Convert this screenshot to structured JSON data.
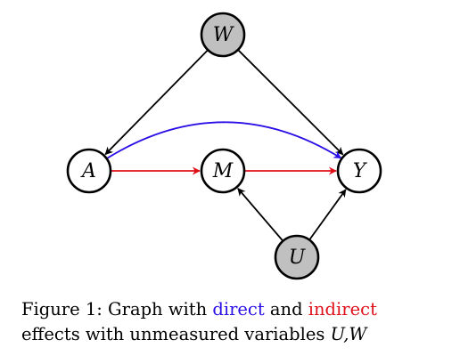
{
  "nodes": [
    {
      "id": "W",
      "label": "W",
      "shaded": true
    },
    {
      "id": "A",
      "label": "A",
      "shaded": false
    },
    {
      "id": "M",
      "label": "M",
      "shaded": false
    },
    {
      "id": "Y",
      "label": "Y",
      "shaded": false
    },
    {
      "id": "U",
      "label": "U",
      "shaded": true
    }
  ],
  "edges": [
    {
      "from": "W",
      "to": "A",
      "kind": "plain"
    },
    {
      "from": "W",
      "to": "Y",
      "kind": "plain"
    },
    {
      "from": "A",
      "to": "Y",
      "kind": "direct"
    },
    {
      "from": "A",
      "to": "M",
      "kind": "indirect"
    },
    {
      "from": "M",
      "to": "Y",
      "kind": "indirect"
    },
    {
      "from": "U",
      "to": "M",
      "kind": "plain"
    },
    {
      "from": "U",
      "to": "Y",
      "kind": "plain"
    }
  ],
  "colors": {
    "direct": "#2a10e6",
    "indirect": "#e0101b",
    "plain": "#000000",
    "shaded_fill": "#c0c0c0",
    "node_fill": "#ffffff"
  },
  "caption": {
    "prefix": "Figure 1:  Graph with ",
    "direct_word": "direct",
    "middle": " and ",
    "indirect_word": "indirect",
    "line2_prefix": "effects with unmeasured variables ",
    "vars": "U,W"
  }
}
